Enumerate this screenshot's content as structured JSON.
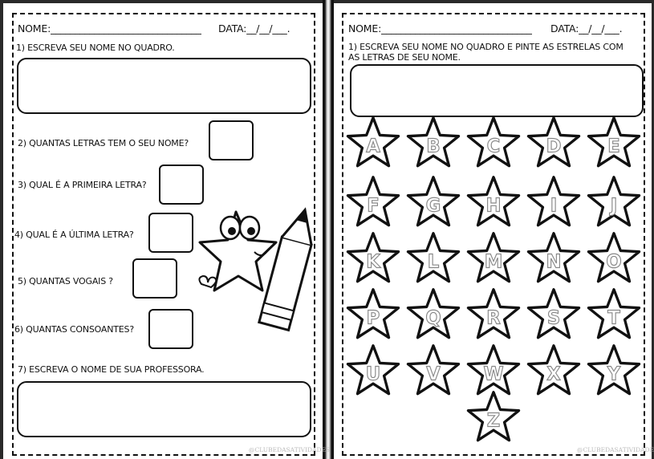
{
  "left": {
    "header": {
      "name_label": "NOME:_______________________________",
      "date_label": "DATA:__/__/___."
    },
    "questions": [
      "1) ESCREVA SEU NOME NO QUADRO.",
      "2) QUANTAS LETRAS TEM O SEU NOME?",
      "3) QUAL É A PRIMEIRA LETRA?",
      "4) QUAL É A ÚLTIMA LETRA?",
      "5) QUANTAS VOGAIS ?",
      "6) QUANTAS CONSOANTES?",
      "7) ESCREVA O NOME DE SUA PROFESSORA."
    ],
    "watermark": "@CLUBEDASATIVIDADES"
  },
  "right": {
    "header": {
      "name_label": "NOME:_______________________________",
      "date_label": "DATA:__/__/___."
    },
    "instruction_line1": "1) ESCREVA SEU NOME NO QUADRO E PINTE AS ESTRELAS COM",
    "instruction_line2": "AS LETRAS DE SEU NOME.",
    "stars": [
      "A",
      "B",
      "C",
      "D",
      "E",
      "F",
      "G",
      "H",
      "I",
      "J",
      "K",
      "L",
      "M",
      "N",
      "O",
      "P",
      "Q",
      "R",
      "S",
      "T",
      "U",
      "V",
      "W",
      "X",
      "Y",
      "Z"
    ],
    "watermark": "@CLUBEDASATIVIDADES"
  }
}
